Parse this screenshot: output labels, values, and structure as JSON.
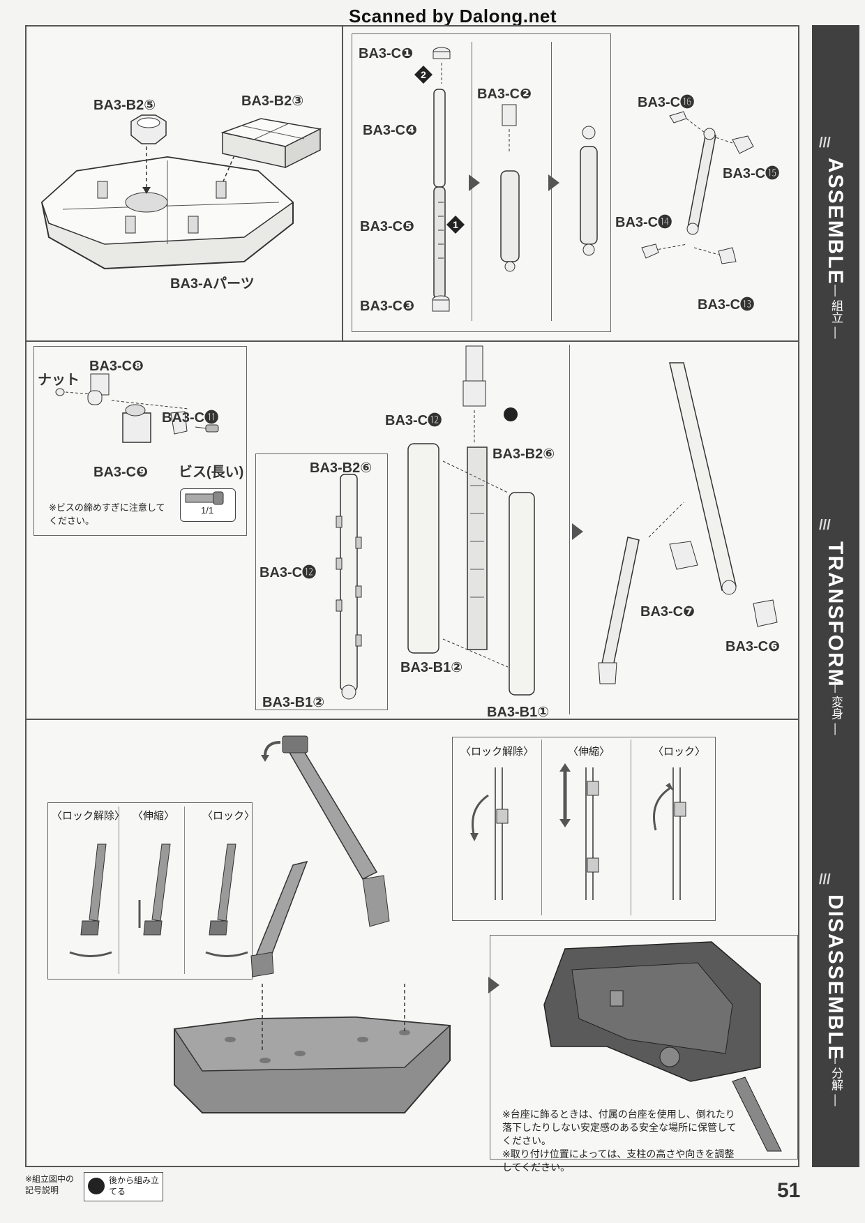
{
  "watermark": "Scanned by Dalong.net",
  "step1": {
    "base": {
      "part_b2_5": "BA3-B2⑤",
      "part_b2_3": "BA3-B2③",
      "part_a": "BA3-Aパーツ"
    },
    "arm": {
      "part_c1": "BA3-C❶",
      "part_c4": "BA3-C❹",
      "part_c5": "BA3-C❺",
      "part_c3": "BA3-C❸",
      "part_c2": "BA3-C❷",
      "order_1": "1",
      "order_2": "2"
    },
    "joint": {
      "part_c16": "BA3-C⓰",
      "part_c15": "BA3-C⓯",
      "part_c14": "BA3-C⓮",
      "part_c13": "BA3-C⓭"
    }
  },
  "step2": {
    "inset": {
      "part_c8": "BA3-C❽",
      "nut": "ナット",
      "part_c11": "BA3-C⓫",
      "part_c9": "BA3-C❾",
      "screw": "ビス(長い)",
      "screw_count": "1/1",
      "caution": "※ビスの締めすぎに注意してください。"
    },
    "detail": {
      "part_b2_6": "BA3-B2⑥",
      "part_c12": "BA3-C⓬",
      "part_b1_2": "BA3-B1②"
    },
    "main": {
      "part_c12": "BA3-C⓬",
      "part_b2_6": "BA3-B2⑥",
      "part_b1_2": "BA3-B1②",
      "part_b1_1": "BA3-B1①"
    },
    "right": {
      "part_c7": "BA3-C❼",
      "part_c6": "BA3-C❻"
    }
  },
  "step3": {
    "left_inset": {
      "unlock": "〈ロック解除〉",
      "extend": "〈伸縮〉",
      "lock": "〈ロック〉"
    },
    "right_inset": {
      "unlock": "〈ロック解除〉",
      "extend": "〈伸縮〉",
      "lock": "〈ロック〉"
    },
    "note_1": "※台座に飾るときは、付属の台座を使用し、倒れたり落下したりしない安定感のある安全な場所に保管してください。",
    "note_2": "※取り付け位置によっては、支柱の高さや向きを調整してください。"
  },
  "sidebar": {
    "assemble": "ASSEMBLE",
    "assemble_jp": "— 組立 —",
    "transform": "TRANSFORM",
    "transform_jp": "— 変身 —",
    "disassemble": "DISASSEMBLE",
    "disassemble_jp": "— 分解 —",
    "stripe_icon": "///"
  },
  "legend": {
    "title": "※組立図中の記号説明",
    "item": "後から組み立てる"
  },
  "page_number": "51",
  "colors": {
    "sidebar_bg": "#404040",
    "line": "#555555",
    "part_fill": "#9a9a9a",
    "part_dark": "#6e6e6e"
  }
}
